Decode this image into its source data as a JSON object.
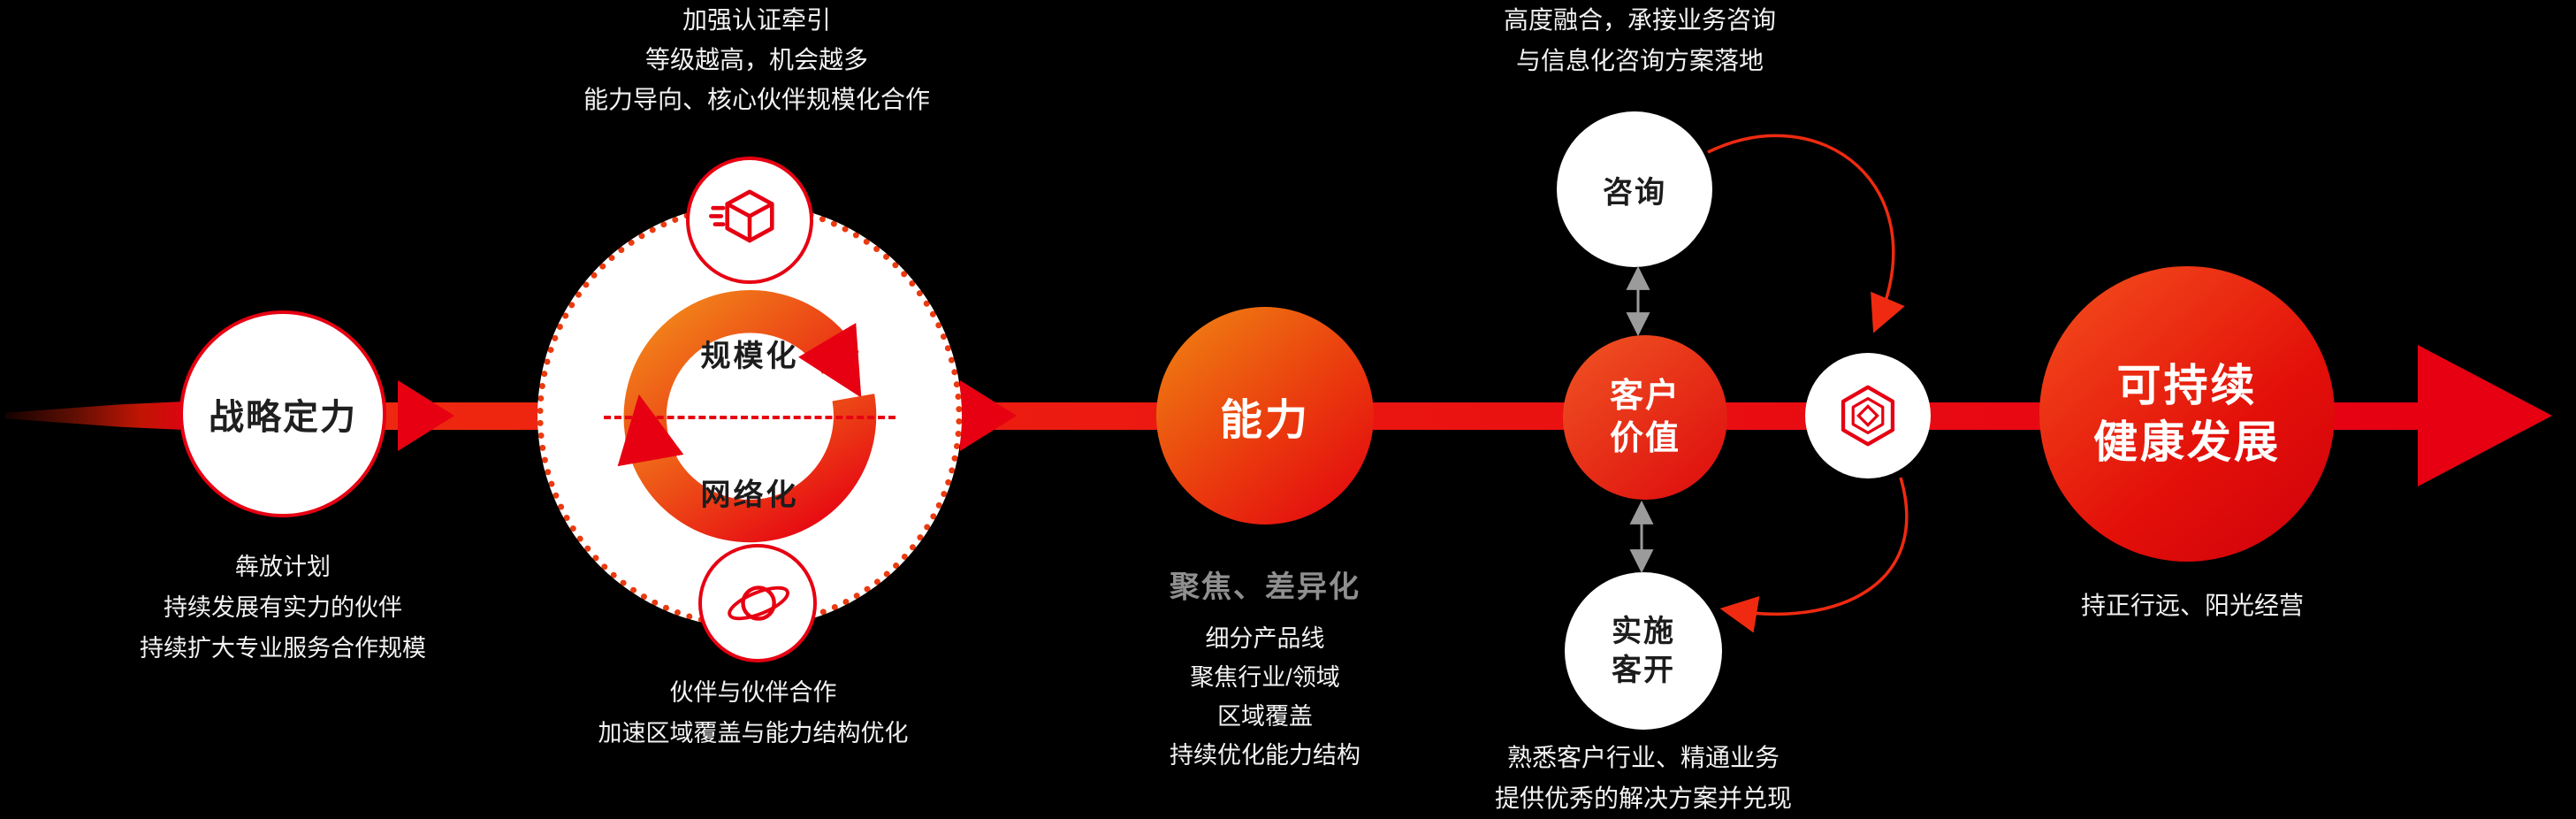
{
  "colors": {
    "accent_red": "#e60012",
    "orange": "#f08300",
    "subtitle_gray": "#8f8f8f",
    "note_white": "#f2f2f2",
    "connector_gray": "#9b9b9b",
    "dark_text": "#1f1f1f"
  },
  "stage1": {
    "label": "战略定力",
    "notes": [
      "犇放计划",
      "持续发展有实力的伙伴",
      "持续扩大专业服务合作规模"
    ]
  },
  "stage2": {
    "top_notes": [
      "加强认证牵引",
      "等级越高，机会越多",
      "能力导向、核心伙伴规模化合作"
    ],
    "ring_top_label": "规模化",
    "ring_bottom_label": "网络化",
    "bottom_notes": [
      "伙伴与伙伴合作",
      "加速区域覆盖与能力结构优化"
    ],
    "top_icon": "shipping-box-icon",
    "bottom_icon": "planet-icon"
  },
  "stage3": {
    "label": "能力",
    "subtitle": "聚焦、差异化",
    "notes": [
      "细分产品线",
      "聚焦行业/领域",
      "区域覆盖",
      "持续优化能力结构"
    ]
  },
  "stage4": {
    "label_line1": "客户",
    "label_line2": "价值",
    "consult_label": "咨询",
    "impl_line1": "实施",
    "impl_line2": "客开",
    "top_notes": [
      "高度融合，承接业务咨询",
      "与信息化咨询方案落地"
    ],
    "bottom_notes": [
      "熟悉客户行业、精通业务",
      "提供优秀的解决方案并兑现"
    ]
  },
  "stage5": {
    "icon": "hexagon-logo-icon"
  },
  "stage6": {
    "label_line1": "可持续",
    "label_line2": "健康发展",
    "note": "持正行远、阳光经营"
  }
}
